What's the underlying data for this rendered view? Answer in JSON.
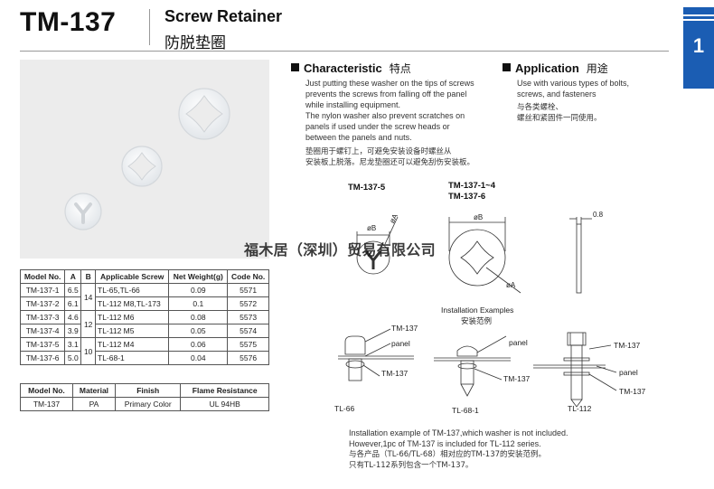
{
  "header": {
    "model": "TM-137",
    "title_en": "Screw Retainer",
    "title_cn": "防脱垫圈",
    "tab_number": "1"
  },
  "characteristic": {
    "title": "Characteristic",
    "title_cn": "特点",
    "en_lines": [
      "Just putting these washer on the tips of screws",
      "prevents the screws from falling off the panel",
      "while installing equipment.",
      "The nylon washer also prevent scratches on",
      "panels if used under the screw heads or",
      "between the panels and nuts."
    ],
    "cn_lines": [
      "垫圈用于螺钉上，可避免安装设备时螺丝从",
      "安装板上脱落。尼龙垫圈还可以避免刮伤安装板。"
    ]
  },
  "application": {
    "title": "Application",
    "title_cn": "用途",
    "en_lines": [
      "Use with various types of bolts,",
      "screws, and fasteners"
    ],
    "cn_lines": [
      "与各类螺栓、",
      "螺丝和紧固件一同使用。"
    ]
  },
  "spec_table": {
    "headers": [
      "Model No.",
      "A",
      "B",
      "Applicable Screw",
      "Net Weight(g)",
      "Code No."
    ],
    "rows": [
      {
        "model": "TM-137-1",
        "a": "6.5",
        "screw": "TL-65,TL-66",
        "weight": "0.09",
        "code": "5571"
      },
      {
        "model": "TM-137-2",
        "a": "6.1",
        "screw": "TL-112 M8,TL-173",
        "weight": "0.1",
        "code": "5572"
      },
      {
        "model": "TM-137-3",
        "a": "4.6",
        "screw": "TL-112 M6",
        "weight": "0.08",
        "code": "5573"
      },
      {
        "model": "TM-137-4",
        "a": "3.9",
        "screw": "TL-112 M5",
        "weight": "0.05",
        "code": "5574"
      },
      {
        "model": "TM-137-5",
        "a": "3.1",
        "screw": "TL-112 M4",
        "weight": "0.06",
        "code": "5575"
      },
      {
        "model": "TM-137-6",
        "a": "5.0",
        "screw": "TL-68-1",
        "weight": "0.04",
        "code": "5576"
      }
    ],
    "b_groups": [
      "14",
      "12",
      "10"
    ]
  },
  "material_table": {
    "headers": [
      "Model No.",
      "Material",
      "Finish",
      "Flame Resistance"
    ],
    "row": {
      "model": "TM-137",
      "material": "PA",
      "finish": "Primary Color",
      "flame": "UL 94HB"
    }
  },
  "drawings": {
    "label_5": "TM-137-5",
    "label_14": "TM-137-1~4",
    "label_6": "TM-137-6",
    "dim_b": "øB",
    "dim_a": "øA",
    "thickness": "0.8",
    "install_title": "Installation Examples",
    "install_title_cn": "安装范例",
    "tm": "TM-137",
    "panel": "panel",
    "tl66": "TL-66",
    "tl681": "TL-68-1",
    "tl112": "TL-112"
  },
  "watermark": "福木居（深圳）贸易有限公司",
  "notes": {
    "en_lines": [
      "Installation example of TM-137,which washer is not included.",
      "However,1pc of TM-137 is included for TL-112 series."
    ],
    "cn_lines": [
      "与各产品（TL-66/TL-68）相对应的TM-137的安装范例。",
      "只有TL-112系列包含一个TM-137。"
    ]
  },
  "colors": {
    "tab_blue": "#1b5db3",
    "photo_bg": "#ececec"
  }
}
